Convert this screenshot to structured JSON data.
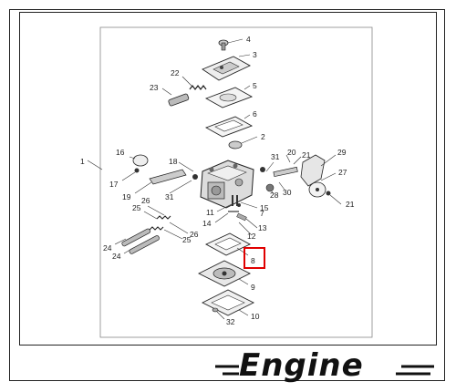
{
  "brand": {
    "logo_text": "Engine"
  },
  "callouts": {
    "c1": "1",
    "c2": "2",
    "c3": "3",
    "c4": "4",
    "c5": "5",
    "c6": "6",
    "c7": "7",
    "c8": "8",
    "c9": "9",
    "c10": "10",
    "c11": "11",
    "c12": "12",
    "c13": "13",
    "c14": "14",
    "c15": "15",
    "c16": "16",
    "c17": "17",
    "c18": "18",
    "c19": "19",
    "c20": "20",
    "c21a": "21",
    "c21b": "21",
    "c22": "22",
    "c23": "23",
    "c24a": "24",
    "c24b": "24",
    "c25a": "25",
    "c25b": "25",
    "c26a": "26",
    "c26b": "26",
    "c27": "27",
    "c28": "28",
    "c29": "29",
    "c30": "30",
    "c31a": "31",
    "c31b": "31",
    "c32": "32"
  },
  "highlight": {
    "part": "8",
    "color": "#e00000"
  }
}
